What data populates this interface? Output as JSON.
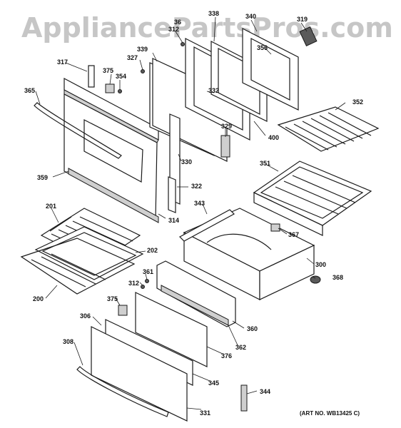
{
  "watermark": "AppliancePartsPros.com",
  "art_number": "(ART NO. WB13425 C)",
  "callouts": {
    "p319": "319",
    "p338": "338",
    "p340": "340",
    "p312a": "312",
    "p36": "36",
    "p356": "356",
    "p339": "339",
    "p327": "327",
    "p317": "317",
    "p375a": "375",
    "p354": "354",
    "p365": "365",
    "p332": "332",
    "p352": "352",
    "p329": "329",
    "p400": "400",
    "p330": "330",
    "p359": "359",
    "p351": "351",
    "p322": "322",
    "p201": "201",
    "p343": "343",
    "p314": "314",
    "p367": "367",
    "p202": "202",
    "p300": "300",
    "p361": "361",
    "p368": "368",
    "p312b": "312",
    "p200": "200",
    "p375b": "375",
    "p306": "306",
    "p360": "360",
    "p308": "308",
    "p362": "362",
    "p376": "376",
    "p345": "345",
    "p344": "344",
    "p331": "331"
  }
}
